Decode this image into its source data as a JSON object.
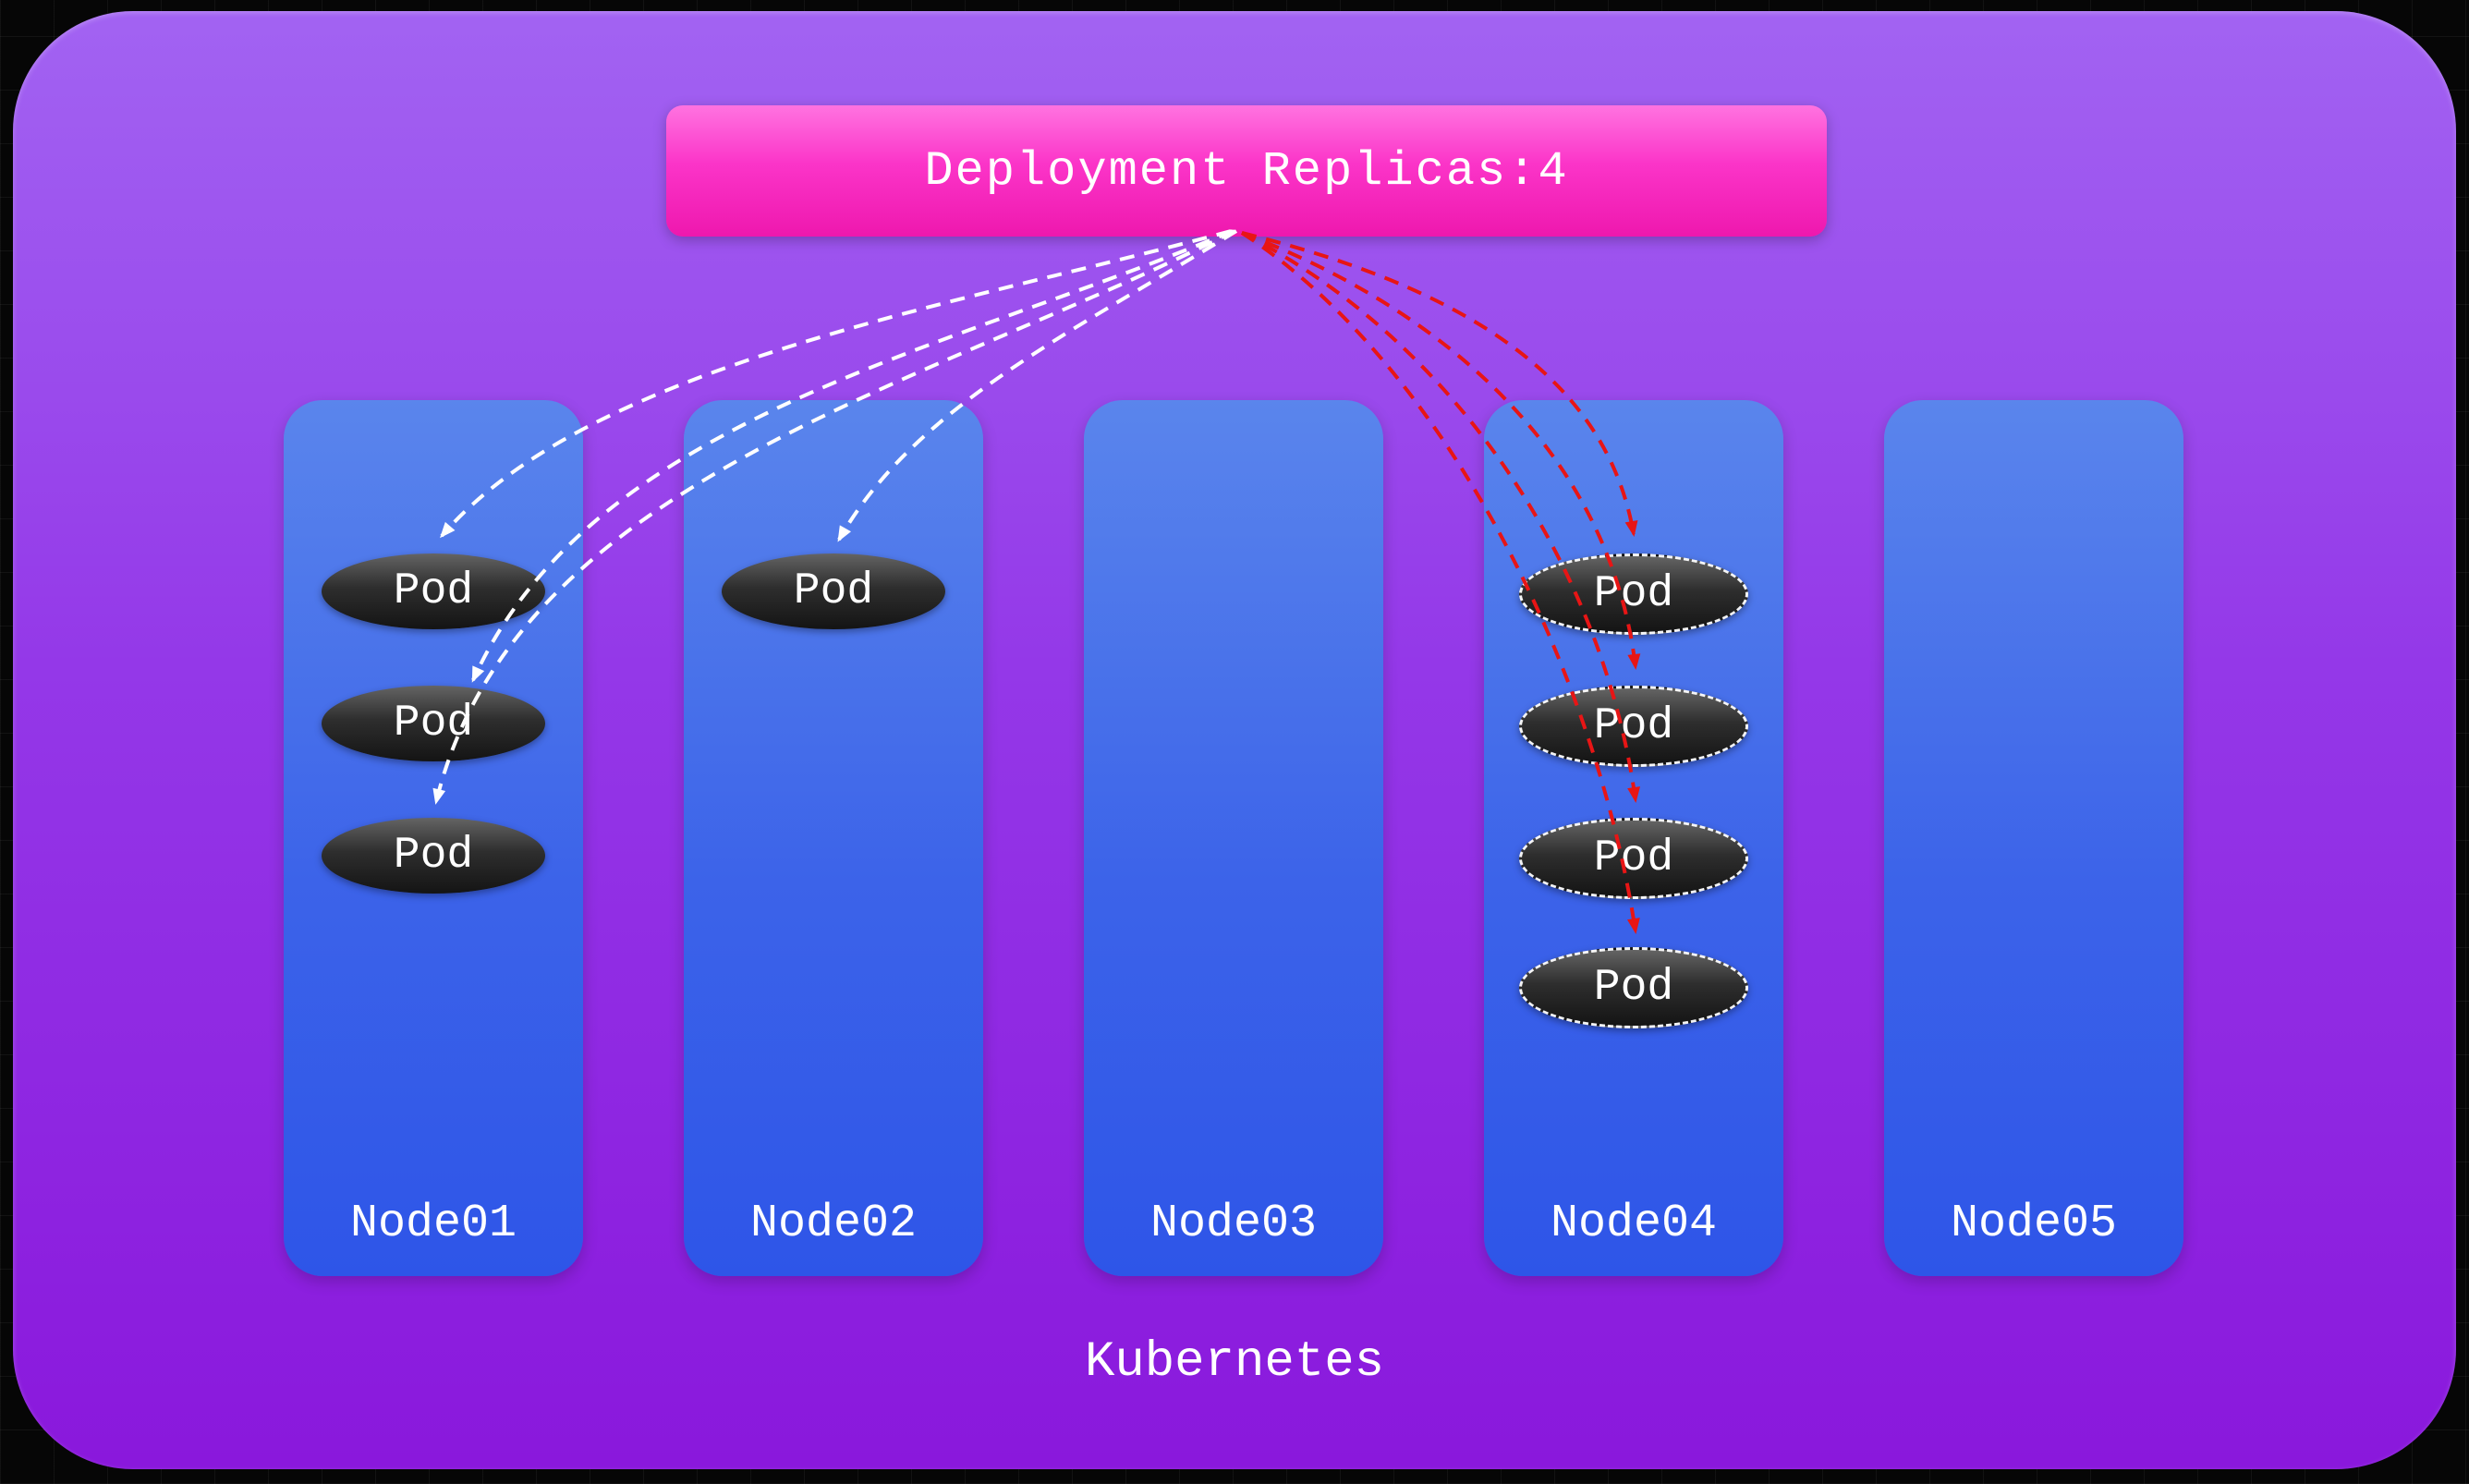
{
  "deployment": {
    "label": "Deployment Replicas:4",
    "replicas": 4
  },
  "cluster": {
    "label": "Kubernetes"
  },
  "nodes": [
    {
      "name": "Node01",
      "pods": [
        "Pod",
        "Pod",
        "Pod"
      ]
    },
    {
      "name": "Node02",
      "pods": [
        "Pod"
      ]
    },
    {
      "name": "Node03",
      "pods": []
    },
    {
      "name": "Node04",
      "pods": [
        "Pod",
        "Pod",
        "Pod",
        "Pod"
      ]
    },
    {
      "name": "Node05",
      "pods": []
    }
  ],
  "edges": [
    {
      "from": "deployment",
      "to": "node01-pod1",
      "color": "white",
      "style": "dashed"
    },
    {
      "from": "deployment",
      "to": "node01-pod2",
      "color": "white",
      "style": "dashed"
    },
    {
      "from": "deployment",
      "to": "node01-pod3",
      "color": "white",
      "style": "dashed"
    },
    {
      "from": "deployment",
      "to": "node02-pod1",
      "color": "white",
      "style": "dashed"
    },
    {
      "from": "deployment",
      "to": "node04-pod1",
      "color": "red",
      "style": "dashed"
    },
    {
      "from": "deployment",
      "to": "node04-pod2",
      "color": "red",
      "style": "dashed"
    },
    {
      "from": "deployment",
      "to": "node04-pod3",
      "color": "red",
      "style": "dashed"
    },
    {
      "from": "deployment",
      "to": "node04-pod4",
      "color": "red",
      "style": "dashed"
    }
  ],
  "colors": {
    "background": "#060606",
    "cluster_top": "#a263f2",
    "cluster_bottom": "#8a18dc",
    "deployment_pink": "#fb34c8",
    "node_blue_top": "#5a85ec",
    "node_blue_bottom": "#2e55e8",
    "pod_dark": "#2e2e2e",
    "arrow_white": "#ffffff",
    "arrow_red": "#e81515",
    "text": "#ffffff"
  }
}
